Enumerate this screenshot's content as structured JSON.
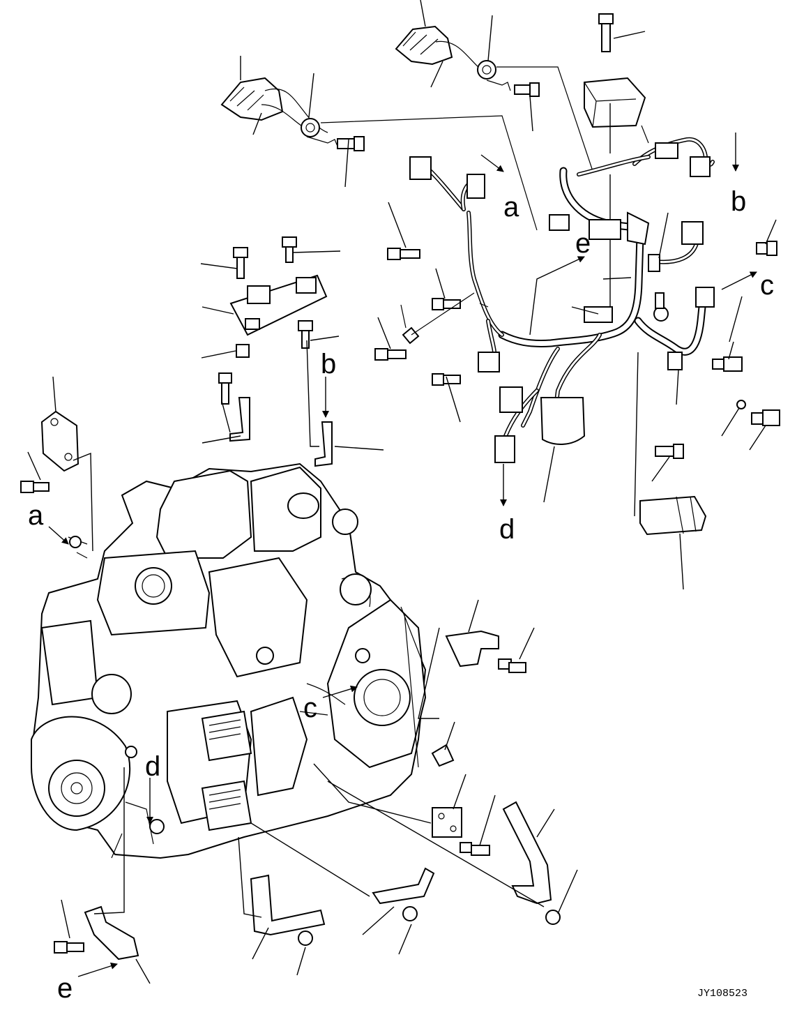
{
  "callouts": {
    "a_top": "a",
    "b_top": "b",
    "c_top": "c",
    "d_top": "d",
    "e_top": "e",
    "a_bottom": "a",
    "b_bottom": "b",
    "c_bottom": "c",
    "d_bottom": "d",
    "e_bottom": "e"
  },
  "figure_code": "JY108523"
}
